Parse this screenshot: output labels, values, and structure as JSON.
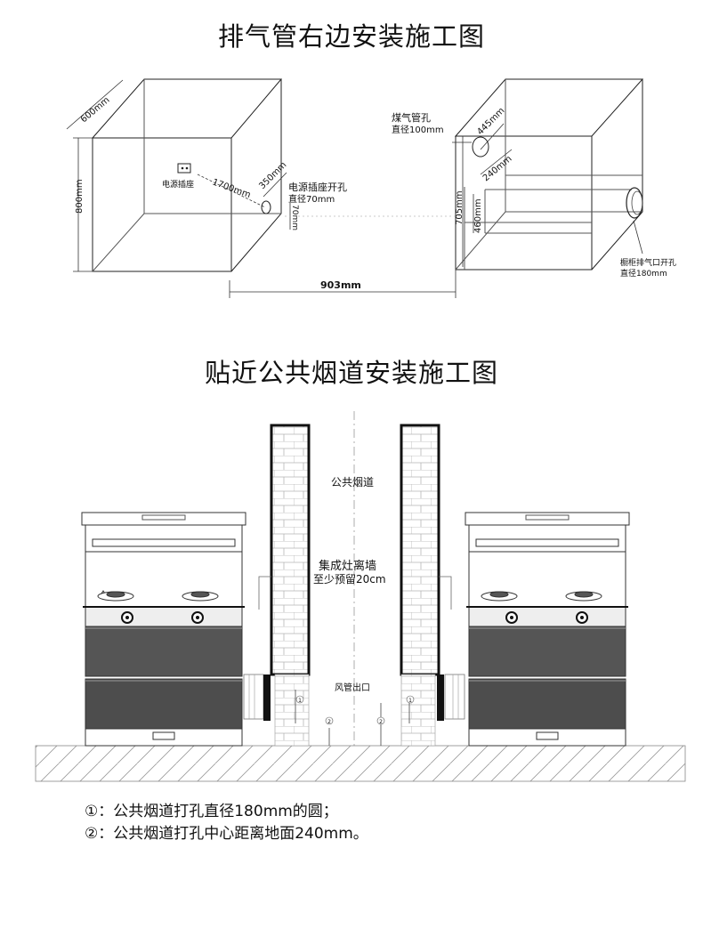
{
  "diagram1": {
    "title": "排气管右边安装施工图",
    "labels": {
      "depth": "600mm",
      "height": "800mm",
      "socket": "电源插座",
      "socket_dist": "1700mm",
      "socket_hole_h": "350mm",
      "socket_hole_title": "电源插座开孔",
      "socket_hole_dia": "直径70mm",
      "socket_hole_v": "70mm",
      "width": "903mm",
      "gas_title": "煤气管孔",
      "gas_dia": "直径100mm",
      "gas_h": "445mm",
      "exhaust_d": "240mm",
      "h705": "705mm",
      "h460": "460mm",
      "exhaust_title": "橱柜排气口开孔",
      "exhaust_dia": "直径180mm"
    }
  },
  "diagram2": {
    "title": "贴近公共烟道安装施工图",
    "labels": {
      "flue": "公共烟道",
      "gap_line1": "集成灶离墙",
      "gap_line2": "至少预留20cm",
      "outlet": "风管出口",
      "m1": "1",
      "m2": "2"
    }
  },
  "notes": [
    "①：公共烟道打孔直径180mm的圆；",
    "②：公共烟道打孔中心距离地面240mm。"
  ]
}
